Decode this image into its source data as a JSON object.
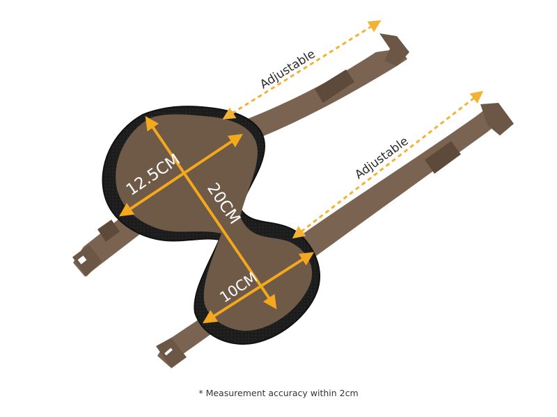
{
  "product_photo": {
    "colors": {
      "strap": "#7a6350",
      "strap_dark": "#5e4a3b",
      "pad_shell": "#6f5a48",
      "pad_border": "#1c1c1c",
      "arrow": "#f4a81d",
      "dash": "#f2b233"
    },
    "dimensions": {
      "width_label": "12.5CM",
      "length_label": "20CM",
      "bottom_label": "10CM"
    },
    "strap_labels": {
      "top": "Adjustable",
      "bottom": "Adjustable"
    }
  },
  "footnote": "* Measurement accuracy within 2cm"
}
